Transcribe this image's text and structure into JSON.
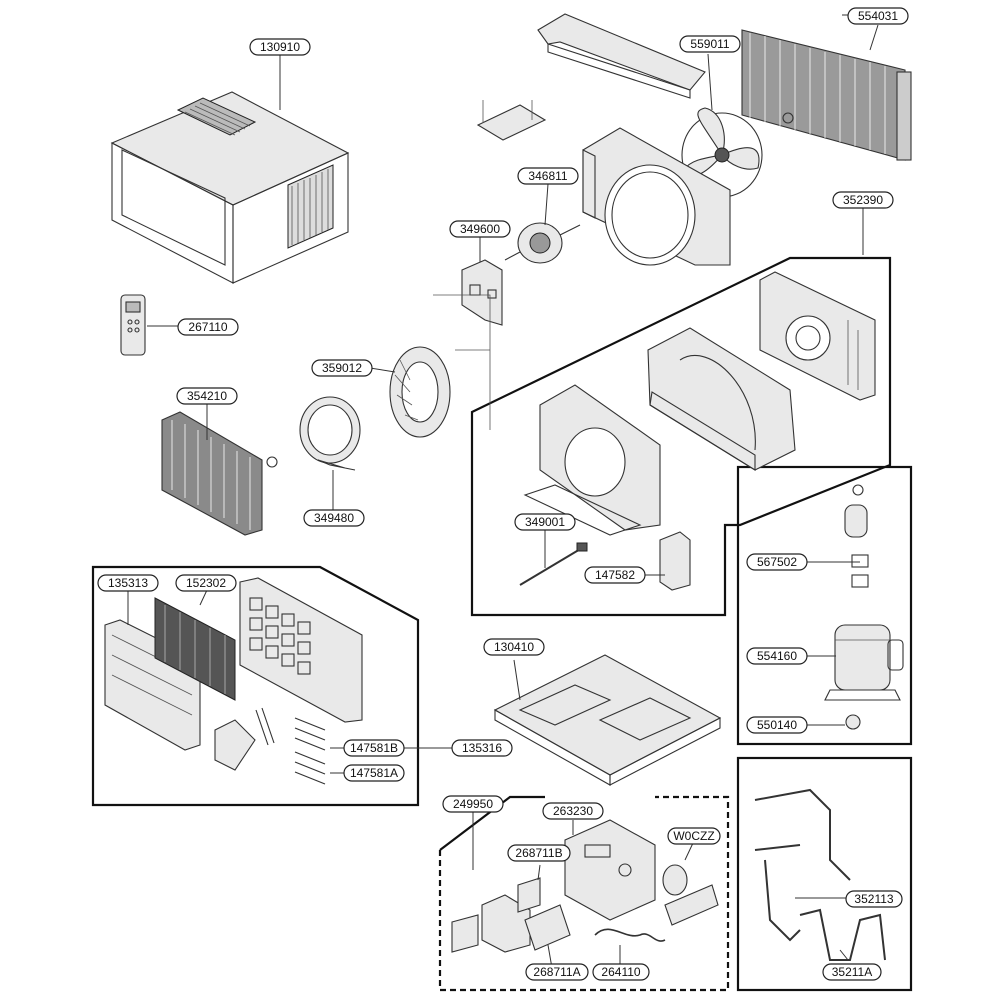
{
  "labels": {
    "p130910": "130910",
    "p554031": "554031",
    "p559011": "559011",
    "p346811": "346811",
    "p349600": "349600",
    "p352390": "352390",
    "p267110": "267110",
    "p359012": "359012",
    "p354210": "354210",
    "p349480": "349480",
    "p349001": "349001",
    "p147582": "147582",
    "p567502": "567502",
    "p554160": "554160",
    "p550140": "550140",
    "p135313": "135313",
    "p152302": "152302",
    "p130410": "130410",
    "p147581B": "147581B",
    "p135316": "135316",
    "p147581A": "147581A",
    "p249950": "249950",
    "p263230": "263230",
    "p268711B": "268711B",
    "pW0CZZ": "W0CZZ",
    "p352113": "352113",
    "p268711A": "268711A",
    "p264110": "264110",
    "p35211A": "35211A"
  }
}
